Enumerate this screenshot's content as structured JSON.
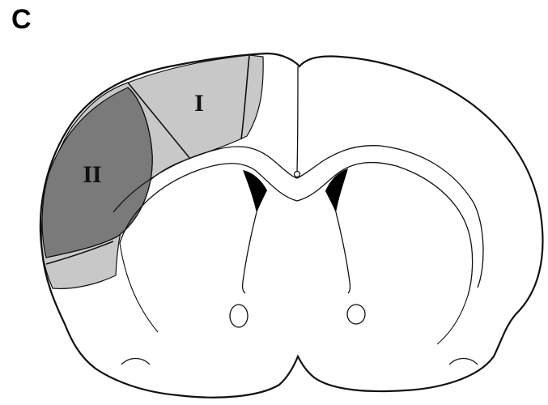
{
  "panel": {
    "label": "C"
  },
  "regions": [
    {
      "label": "I",
      "fill": "#c8c8c8"
    },
    {
      "label": "II",
      "fill": "#7a7a7a"
    }
  ],
  "colors": {
    "outline": "#111111",
    "background": "#ffffff",
    "ventricle": "#000000",
    "penumbra": "#c8c8c8",
    "core": "#7a7a7a"
  }
}
